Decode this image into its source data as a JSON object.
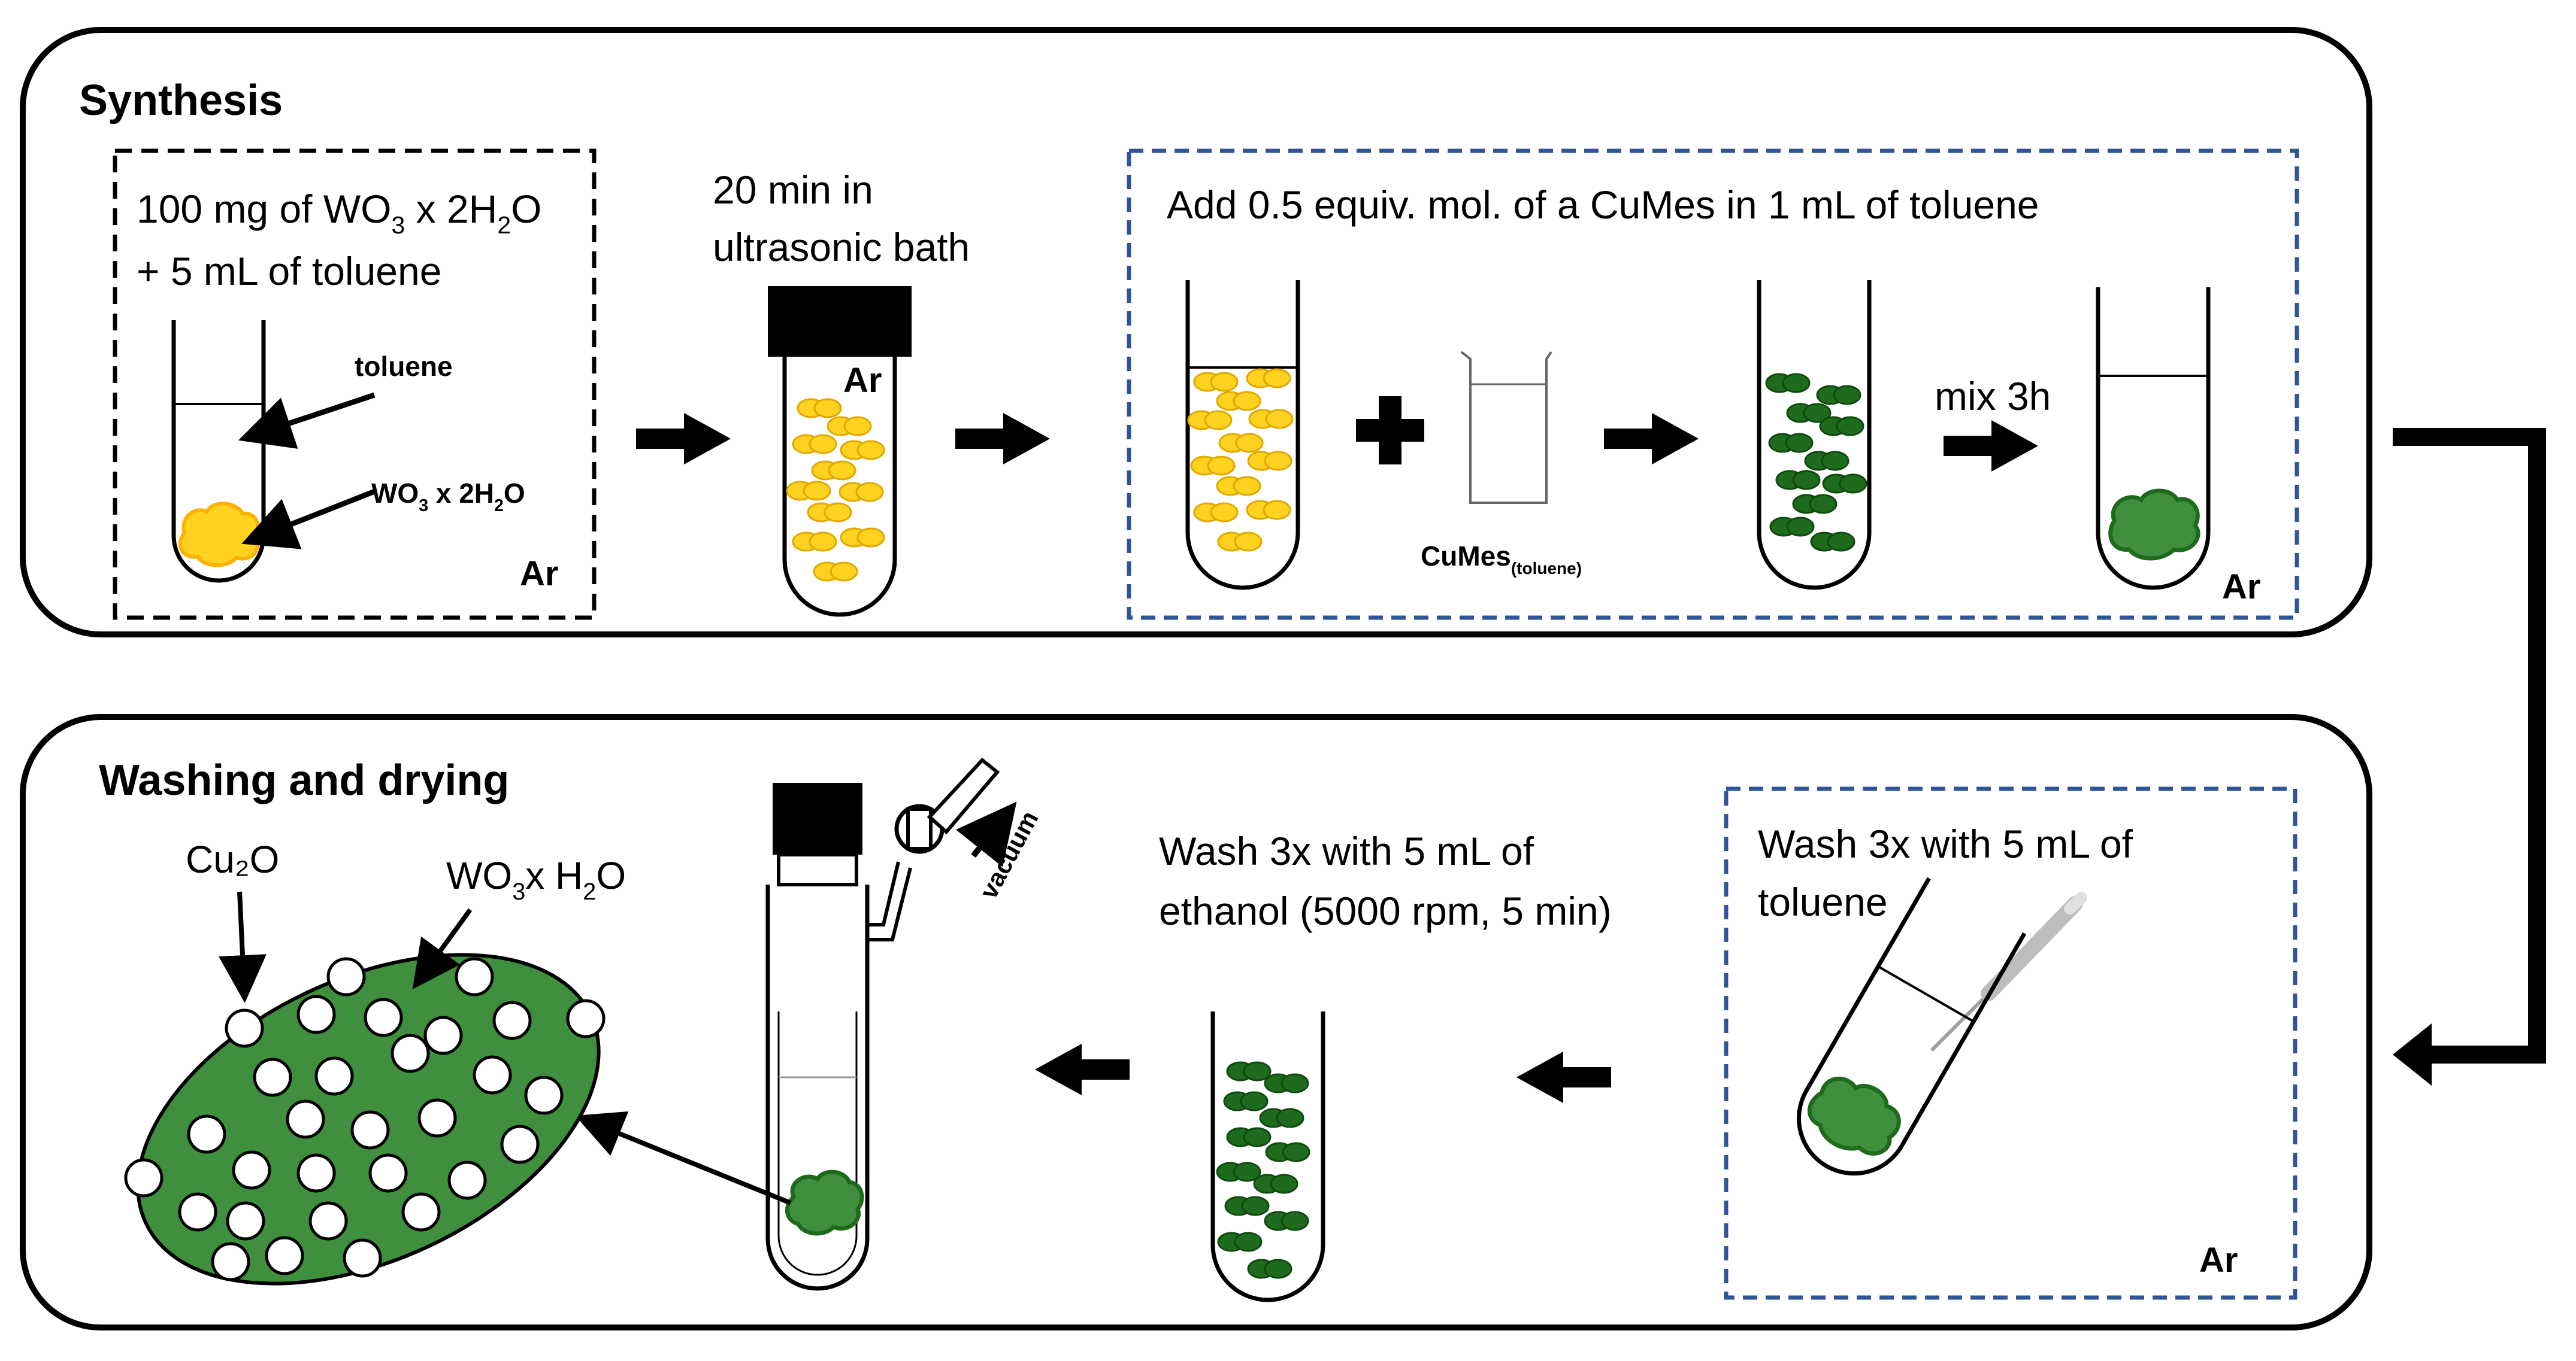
{
  "synthesis": {
    "title": "Synthesis",
    "step1": {
      "line1_pre": "100 mg of WO",
      "line1_sub1": "3",
      "line1_mid": " x 2H",
      "line1_sub2": "2",
      "line1_post": "O",
      "line2": "+ 5 mL of toluene",
      "toluene_label": "toluene",
      "solid_pre": "WO",
      "solid_sub": "3",
      "solid_post": " x 2H",
      "solid_sub2": "2",
      "solid_end": "O",
      "atmosphere": "Ar"
    },
    "step2": {
      "line1": "20 min in",
      "line2": "ultrasonic bath",
      "atmosphere": "Ar"
    },
    "step3": {
      "header": "Add 0.5 equiv. mol. of a CuMes in 1 mL of toluene",
      "reagent": "CuMes",
      "reagent_sub": "(toluene)",
      "mix": "mix 3h",
      "atmosphere": "Ar"
    }
  },
  "washing": {
    "title": "Washing and drying",
    "product_particle": "Cu₂O",
    "product_support_pre": "WO",
    "product_support_sub": "3",
    "product_support_post": "x  H",
    "product_support_sub2": "2",
    "product_support_end": "O",
    "vacuum": "vacuum",
    "ethanol_line1": "Wash 3x with 5 mL of",
    "ethanol_line2": "ethanol (5000 rpm, 5 min)",
    "toluene_line1": "Wash 3x with 5 mL of",
    "toluene_line2": "toluene",
    "atmosphere": "Ar"
  },
  "colors": {
    "yellow": "#FFD21F",
    "yellow_dark": "#E0A800",
    "green_dark": "#1E6B1E",
    "green_mid": "#2E7D32",
    "green_light": "#3F8F3F",
    "blue_dashed": "#2F5597"
  }
}
